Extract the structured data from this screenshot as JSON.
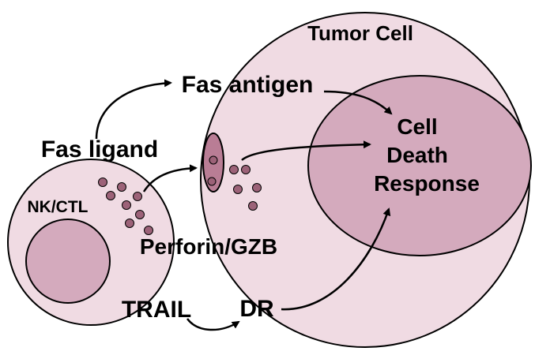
{
  "labels": {
    "tumor_cell": "Tumor Cell",
    "fas_antigen": "Fas antigen",
    "fas_ligand": "Fas ligand",
    "cell_death_line1": "Cell",
    "cell_death_line2": "Death",
    "cell_death_line3": "Response",
    "nk_ctl": "NK/CTL",
    "perforin_gzb": "Perforin/GZB",
    "trail": "TRAIL",
    "dr": "DR"
  },
  "colors": {
    "tumor_cell_fill": "#f0dbe3",
    "nucleus_fill": "#d4aabd",
    "nk_cell_fill": "#f0dbe3",
    "nk_nucleus_fill": "#d4aabd",
    "granule_fill": "#9c6278",
    "pore_fill": "#b97d95",
    "outline": "#000000"
  }
}
